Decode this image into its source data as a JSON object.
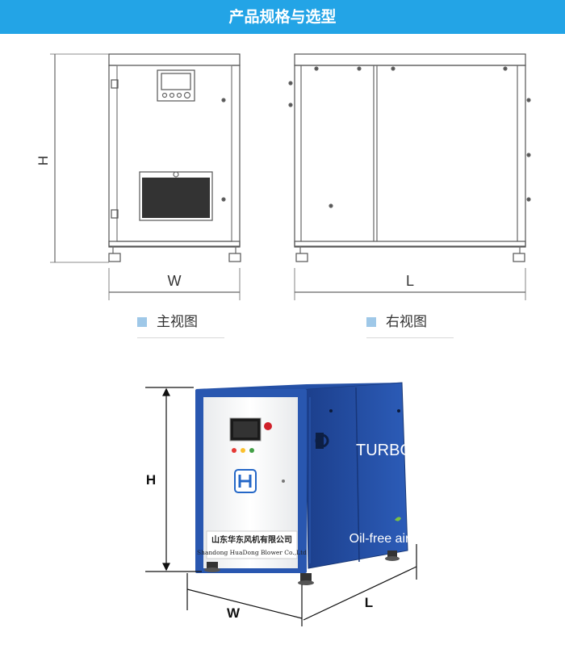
{
  "banner": {
    "title": "产品规格与选型"
  },
  "drawing": {
    "height_label": "H",
    "width_label": "W",
    "length_label": "L",
    "front_caption": "主视图",
    "side_caption": "右视图"
  },
  "product": {
    "brand_text": "TURBO",
    "tagline": "Oil-free air",
    "company_cn": "山东华东风机有限公司",
    "company_en": "Shandong HuaDong Blower Co.,Ltd",
    "dim_h": "H",
    "dim_w": "W",
    "dim_l": "L",
    "colors": {
      "body": "#1f4aa0",
      "panel": "#f4f5f6",
      "frame": "#2957b0"
    }
  }
}
